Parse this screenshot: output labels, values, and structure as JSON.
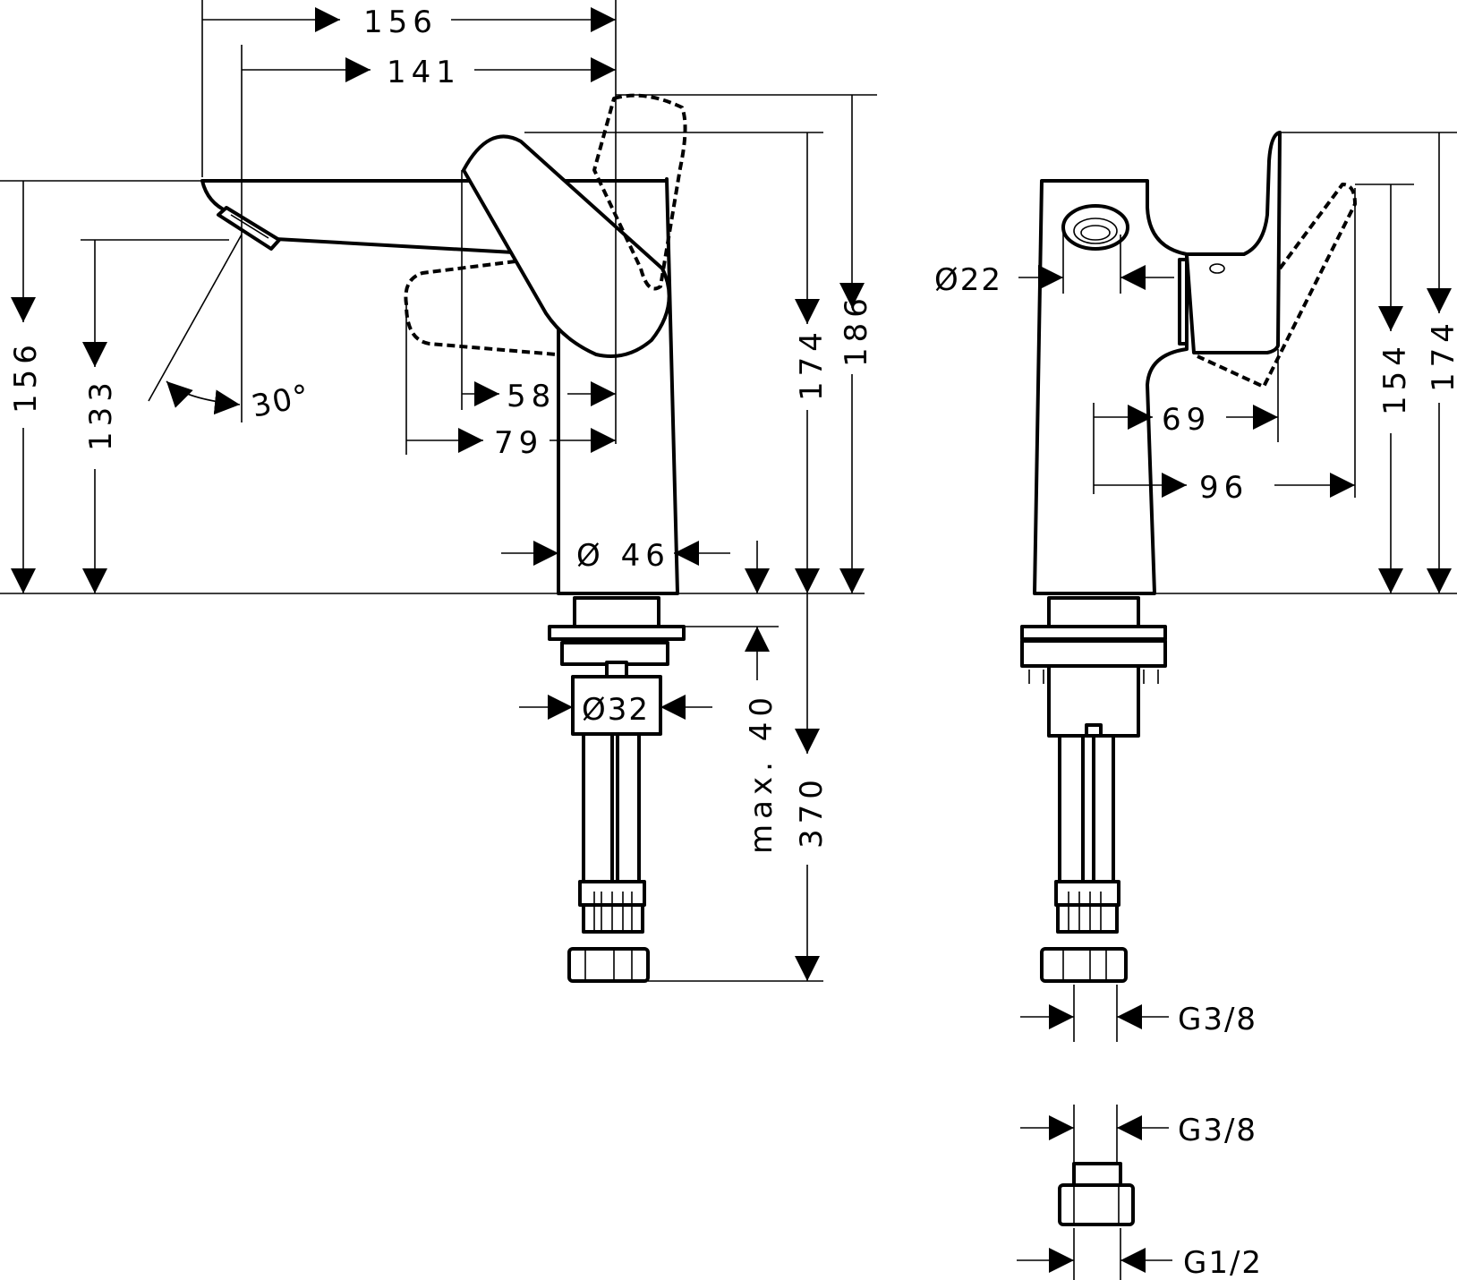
{
  "side_view": {
    "width_total": "156",
    "spout_reach": "141",
    "height_spout_top": "156",
    "height_spout_outlet": "133",
    "spout_angle": "30°",
    "lever_offset_58": "58",
    "lever_offset_79": "79",
    "height_lever": "174",
    "height_lever_max": "186",
    "body_diameter": "Ø 46",
    "shank_diameter": "Ø32",
    "max_thickness": "max. 40",
    "hose_length": "370"
  },
  "front_view": {
    "aerator_diameter": "Ø22",
    "lever_depth_69": "69",
    "lever_depth_96": "96",
    "height_154": "154",
    "height_174": "174",
    "hose_thread_1": "G3/8",
    "adapter_thread_in": "G3/8",
    "adapter_thread_out": "G1/2"
  }
}
